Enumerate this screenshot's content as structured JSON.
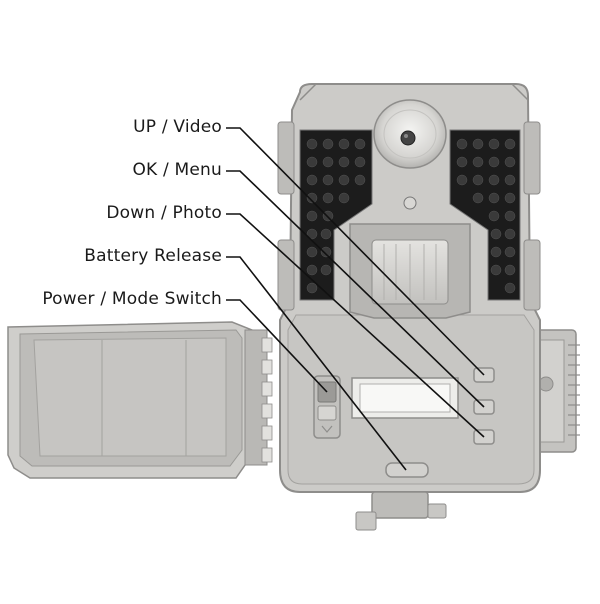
{
  "callouts": [
    {
      "label": "UP / Video"
    },
    {
      "label": "OK / Menu"
    },
    {
      "label": "Down / Photo"
    },
    {
      "label": "Battery Release"
    },
    {
      "label": "Power / Mode Switch"
    }
  ],
  "colors": {
    "body": "#c9c8c6",
    "body_dark": "#a9a8a6",
    "outline": "#8e8d8b",
    "ir_panel": "#1c1c1c",
    "led": "#3a3a3a",
    "leader": "#111111"
  }
}
